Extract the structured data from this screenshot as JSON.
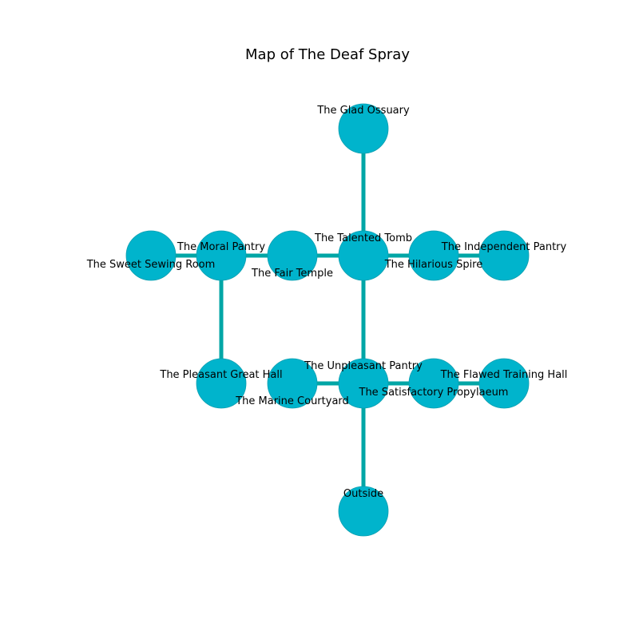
{
  "title": "Map of The Deaf Spray",
  "colors": {
    "node_fill": "#00b4cc",
    "node_stroke": "#0a9fb0",
    "edge": "#00a6a6",
    "label": "#000000",
    "background": "#ffffff"
  },
  "rooms": [
    {
      "id": "glad-ossuary",
      "label": "The Glad Ossuary"
    },
    {
      "id": "sweet-sewing-room",
      "label": "The Sweet Sewing Room"
    },
    {
      "id": "moral-pantry",
      "label": "The Moral Pantry"
    },
    {
      "id": "fair-temple",
      "label": "The Fair Temple"
    },
    {
      "id": "talented-tomb",
      "label": "The Talented Tomb"
    },
    {
      "id": "hilarious-spire",
      "label": "The Hilarious Spire"
    },
    {
      "id": "independent-pantry",
      "label": "The Independent Pantry"
    },
    {
      "id": "pleasant-great-hall",
      "label": "The Pleasant Great Hall"
    },
    {
      "id": "marine-courtyard",
      "label": "The Marine Courtyard"
    },
    {
      "id": "unpleasant-pantry",
      "label": "The Unpleasant Pantry"
    },
    {
      "id": "satisfactory-propylaeum",
      "label": "The Satisfactory Propylaeum"
    },
    {
      "id": "flawed-training-hall",
      "label": "The Flawed Training Hall"
    },
    {
      "id": "outside",
      "label": "Outside"
    }
  ],
  "connections": [
    [
      "glad-ossuary",
      "talented-tomb"
    ],
    [
      "sweet-sewing-room",
      "moral-pantry"
    ],
    [
      "moral-pantry",
      "fair-temple"
    ],
    [
      "fair-temple",
      "talented-tomb"
    ],
    [
      "talented-tomb",
      "hilarious-spire"
    ],
    [
      "hilarious-spire",
      "independent-pantry"
    ],
    [
      "moral-pantry",
      "pleasant-great-hall"
    ],
    [
      "talented-tomb",
      "unpleasant-pantry"
    ],
    [
      "marine-courtyard",
      "unpleasant-pantry"
    ],
    [
      "unpleasant-pantry",
      "satisfactory-propylaeum"
    ],
    [
      "satisfactory-propylaeum",
      "flawed-training-hall"
    ],
    [
      "unpleasant-pantry",
      "outside"
    ]
  ]
}
